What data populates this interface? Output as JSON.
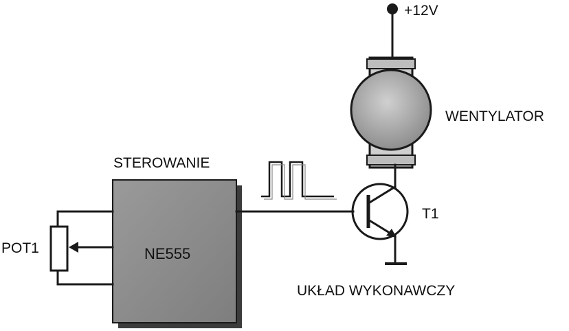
{
  "labels": {
    "supply": "+12V",
    "fan": "WENTYLATOR",
    "control": "STEROWANIE",
    "chip": "NE555",
    "pot": "POT1",
    "transistor": "T1",
    "driver": "UKŁAD WYKONAWCZY"
  },
  "colors": {
    "chip_fill": "#8c8c8c",
    "chip_shadow": "#3c3c3c",
    "motor_fill": "#a8a8a8",
    "line": "#1a1a1a",
    "background": "#ffffff"
  },
  "icons": {
    "motor": "dc-motor-icon",
    "transistor": "npn-transistor-icon",
    "potentiometer": "potentiometer-icon",
    "ground": "ground-icon",
    "pwm": "pwm-waveform-icon"
  }
}
